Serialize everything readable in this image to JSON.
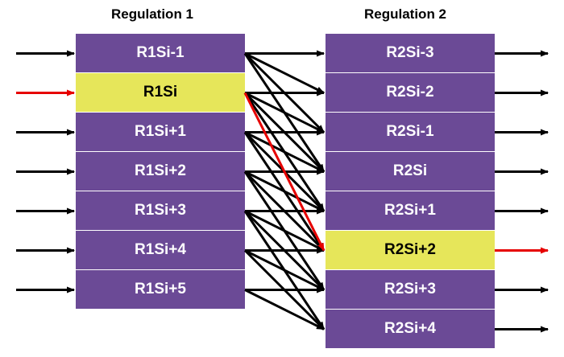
{
  "regulation1": {
    "title": "Regulation 1",
    "cells": [
      "R1Si-1",
      "R1Si",
      "R1Si+1",
      "R1Si+2",
      "R1Si+3",
      "R1Si+4",
      "R1Si+5"
    ],
    "highlight_index": 1
  },
  "regulation2": {
    "title": "Regulation 2",
    "cells": [
      "R2Si-3",
      "R2Si-2",
      "R2Si-1",
      "R2Si",
      "R2Si+1",
      "R2Si+2",
      "R2Si+3",
      "R2Si+4"
    ],
    "highlight_index": 5
  },
  "colors": {
    "cell": "#6b4a96",
    "highlight": "#e6e65a",
    "arrow": "#000000",
    "highlight_arrow": "#e60000"
  },
  "connections": {
    "each_r1_connects_to_r2_offsets": [
      0,
      1,
      2,
      3
    ],
    "highlighted_link": {
      "from": 1,
      "to": 5
    }
  }
}
